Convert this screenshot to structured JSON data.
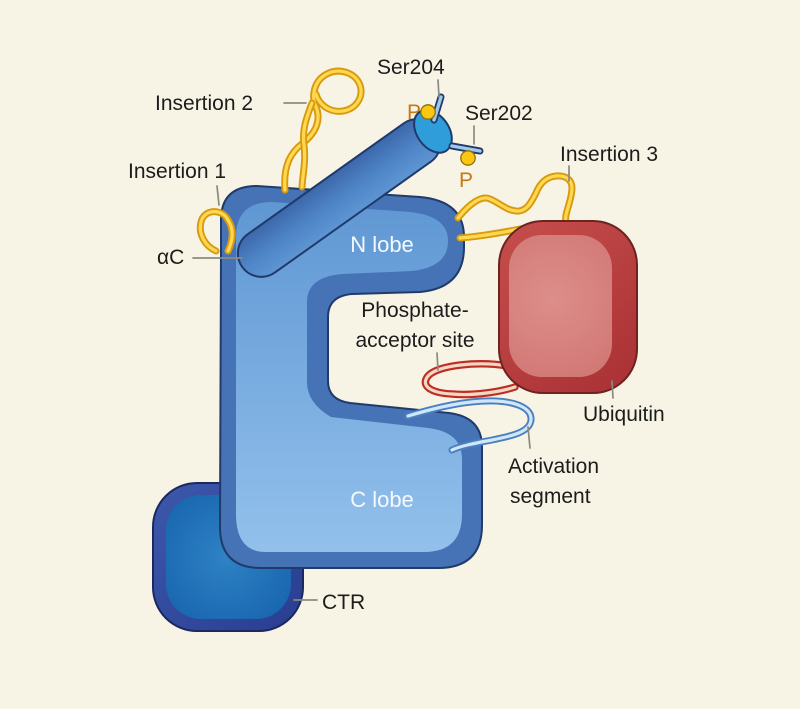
{
  "figure": {
    "type": "diagram",
    "subject": "Protein kinase domain bound to ubiquitin",
    "labels": {
      "insertion2": "Insertion 2",
      "insertion1": "Insertion 1",
      "alpha_c": "αC",
      "ser204": "Ser204",
      "ser202": "Ser202",
      "insertion3": "Insertion 3",
      "n_lobe": "N lobe",
      "c_lobe": "C lobe",
      "phosphate_line1": "Phosphate-",
      "phosphate_line2": "acceptor site",
      "ubiquitin": "Ubiquitin",
      "activation_line1": "Activation",
      "activation_line2": "segment",
      "ctr": "CTR",
      "phosphate_marker": "P"
    },
    "colors": {
      "background": "#f8f4e5",
      "kinase_rim": "#4673b5",
      "outline_navy": "#1f3a6b",
      "helix_cap": "#2f9dda",
      "ctr_outline": "#1b295f",
      "ubiquitin_outline": "#6b2420",
      "insertion_outline": "#d79a10",
      "insertion_core": "#ffd84f",
      "phosphate_yellow": "#fac813",
      "phosphate_ring": "#8f7000",
      "p_letter": "#c47912",
      "red_loop": "#bd2d22",
      "red_loop_core": "#f2d7c5",
      "blue_loop": "#4a80c1",
      "blue_loop_core": "#cfe7f8",
      "label_text": "#1c1c1c",
      "lobe_text": "#f5f9fd"
    }
  }
}
